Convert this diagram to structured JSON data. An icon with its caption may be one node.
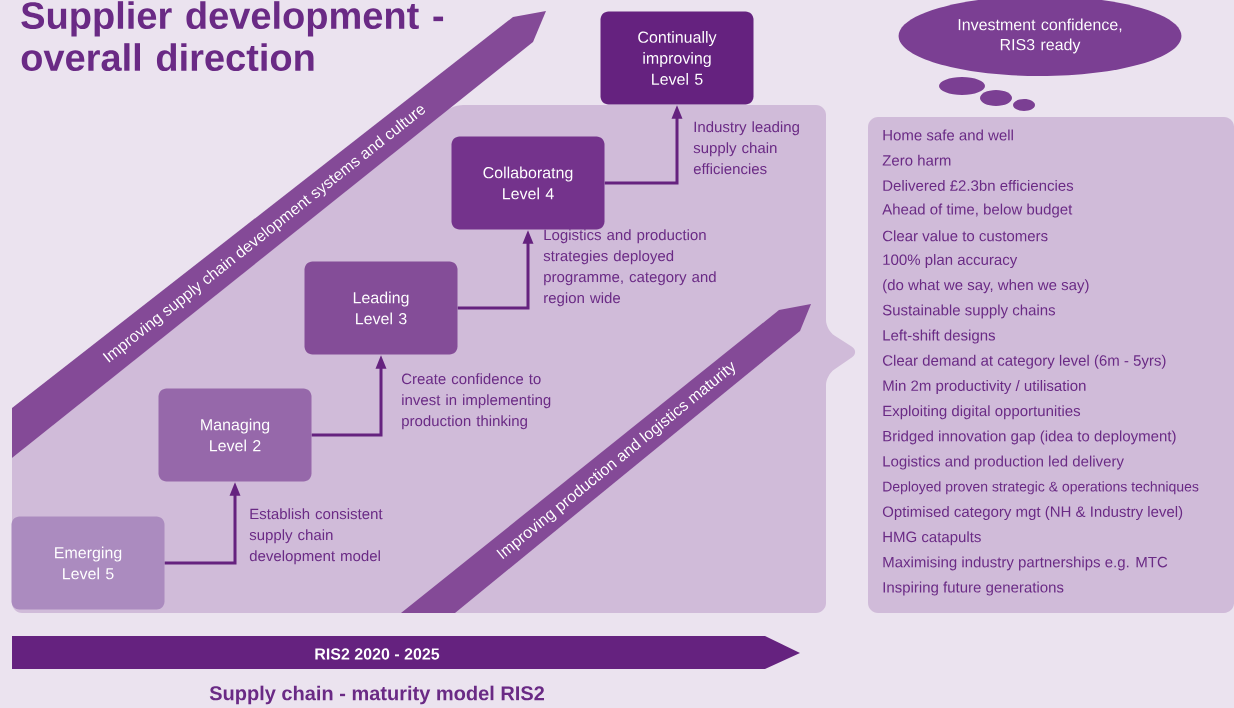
{
  "diagram": {
    "title": "Supplier development - overall direction",
    "caption": "Supply chain - maturity model RIS2",
    "nodes": [
      {
        "text": [
          "Emerging Level 5"
        ]
      },
      {
        "text": [
          "Managing Level 2"
        ]
      },
      {
        "text": [
          "Leading Level 3"
        ]
      },
      {
        "text": [
          "Collaboratng Level 4"
        ]
      },
      {
        "text": [
          "Continually improving Level 5"
        ]
      },
      {
        "text": [
          "Investment confidence, RIS3 ready"
        ]
      },
      {
        "text": [
          "Home safe and well",
          "Zero harm",
          "Delivered £2.3bn efficiencies",
          "Ahead of time, below budget",
          "Clear value to customers",
          "100% plan accuracy",
          "(do what we say, when we say)",
          "Sustainable supply chains",
          "Left-shift designs",
          "Clear demand at category level (6m - 5yrs)",
          "Min 2m productivity / utilisation",
          "Exploiting digital opportunities",
          "Bridged innovation gap (idea to deployment)",
          "Logistics and production led delivery",
          "Deployed proven strategic & operations techniques",
          "Optimised category mgt (NH & Industry level)",
          "HMG catapults",
          "Maximising industry partnerships e.g. MTC",
          "Inspiring future generations"
        ]
      },
      {
        "text": [
          "Improving supply chain development systems and culture"
        ]
      },
      {
        "text": [
          "Improving production and logistics maturity"
        ]
      },
      {
        "text": [
          "RIS2 2020 - 2025"
        ]
      }
    ],
    "edges": [
      {
        "from": 0,
        "to": 1,
        "arrow": "to",
        "label": "Establish consistent supply chain development model"
      },
      {
        "from": 1,
        "to": 2,
        "arrow": "to",
        "label": "Create confidence to invest in implementing production thinking"
      },
      {
        "from": 2,
        "to": 3,
        "arrow": "to",
        "label": "Logistics and production strategies deployed programme, category and region wide"
      },
      {
        "from": 3,
        "to": 4,
        "arrow": "to",
        "label": "Industry leading supply chain efficiencies"
      }
    ]
  }
}
